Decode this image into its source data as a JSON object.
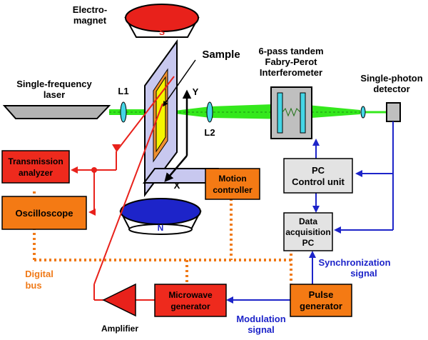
{
  "labels": {
    "electromagnet_line1": "Electro-",
    "electromagnet_line2": "magnet",
    "pole_s": "S",
    "pole_n": "N",
    "sample": "Sample",
    "laser_line1": "Single-frequency",
    "laser_line2": "laser",
    "lens_l1": "L1",
    "lens_l2": "L2",
    "axis_y": "Y",
    "axis_x": "X",
    "fp_line1": "6-pass tandem",
    "fp_line2": "Fabry-Perot",
    "fp_line3": "Interferometer",
    "detector_line1": "Single-photon",
    "detector_line2": "detector",
    "transmission_line1": "Transmission",
    "transmission_line2": "analyzer",
    "oscilloscope": "Oscilloscope",
    "motion_line1": "Motion",
    "motion_line2": "controller",
    "pc_line1": "PC",
    "pc_line2": "Control unit",
    "daq_line1": "Data",
    "daq_line2": "acquisition",
    "daq_line3": "PC",
    "sync_line1": "Synchronization",
    "sync_line2": "signal",
    "digital_line1": "Digital",
    "digital_line2": "bus",
    "microwave_line1": "Microwave",
    "microwave_line2": "generator",
    "pulse_line1": "Pulse",
    "pulse_line2": "generator",
    "amplifier": "Amplifier",
    "modulation_line1": "Modulation",
    "modulation_line2": "signal"
  },
  "colors": {
    "red": "#e8211b",
    "red_box": "#ee2a1d",
    "orange_box": "#f47a14",
    "orange_bus": "#f07a18",
    "blue": "#1d24c9",
    "green_beam": "#34e81c",
    "cyan": "#44d6e6",
    "gray_box": "#e3e3e3",
    "fp_box": "#bfbfbf",
    "mount": "#c8c8ef",
    "sample_yellow": "#f5f500"
  }
}
